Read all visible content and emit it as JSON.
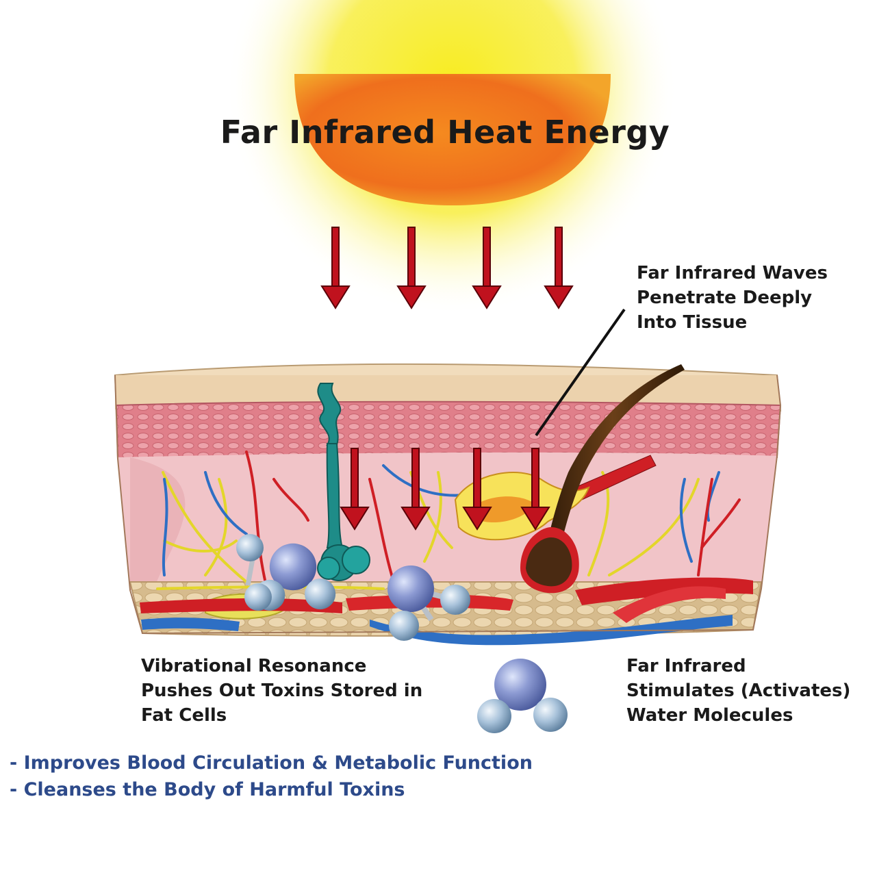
{
  "title": "Far Infrared Heat Energy",
  "callouts": {
    "waves": [
      "Far Infrared Waves",
      "Penetrate Deeply",
      "Into Tissue"
    ],
    "toxins": [
      "Vibrational Resonance",
      "Pushes Out Toxins Stored in",
      "Fat Cells"
    ],
    "water": [
      "Far Infrared",
      "Stimulates (Activates)",
      "Water Molecules"
    ]
  },
  "benefits": [
    "- Improves Blood Circulation & Metabolic Function",
    "- Cleanses the Body of Harmful Toxins"
  ],
  "colors": {
    "sun_core": "#f07a1e",
    "sun_glow": "#f7e81a",
    "arrow": "#c0121e",
    "skin_surface": "#f1dcbc",
    "epidermis": "#e2858f",
    "dermis": "#f1c4c8",
    "fat": "#e8d0a5",
    "artery": "#cf1f25",
    "vein": "#2e6fc4",
    "nerve": "#e3d62a",
    "sweat_gland": "#1e8c88",
    "hair": "#4a2a12",
    "water_oxygen": "#7f8ec9",
    "water_hydrogen": "#a9c3dc",
    "benefit_text": "#2d4a8a"
  },
  "icons": [
    "sun-icon",
    "infrared-arrow-icon",
    "skin-cross-section",
    "water-molecule-icon",
    "hair-follicle-icon",
    "sweat-gland-icon"
  ]
}
